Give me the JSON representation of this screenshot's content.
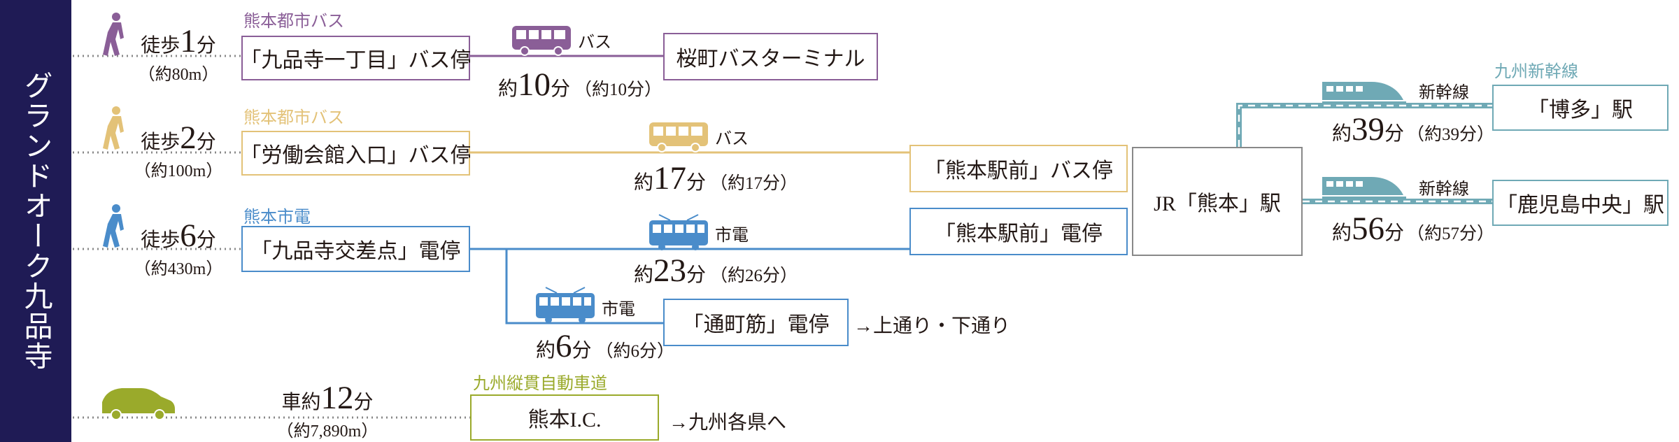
{
  "sidebar": {
    "title": "グランドオーク九品寺"
  },
  "colors": {
    "navy": "#1f1b55",
    "purple": "#8a5e97",
    "gold": "#e3c278",
    "blue": "#4a8cca",
    "teal": "#6fa9b5",
    "olive": "#9aaa2b",
    "gray": "#888888"
  },
  "icons": {
    "walker": "walking-person-icon",
    "bus": "bus-icon",
    "tram": "tram-icon",
    "train": "shinkansen-icon",
    "car": "car-icon"
  },
  "routes": {
    "r1": {
      "walk": {
        "prefix": "徒歩",
        "num": "1",
        "unit": "分",
        "dist": "（約80m）"
      },
      "line": "熊本都市バス",
      "stop": "「九品寺一丁目」バス停",
      "mode": "バス",
      "dur": {
        "prefix": "約",
        "num": "10",
        "unit": "分",
        "note": "（約10分）"
      },
      "dest": "桜町バスターミナル"
    },
    "r2": {
      "walk": {
        "prefix": "徒歩",
        "num": "2",
        "unit": "分",
        "dist": "（約100m）"
      },
      "line": "熊本都市バス",
      "stop": "「労働会館入口」バス停",
      "mode": "バス",
      "dur": {
        "prefix": "約",
        "num": "17",
        "unit": "分",
        "note": "（約17分）"
      },
      "dest": "「熊本駅前」バス停"
    },
    "r3": {
      "walk": {
        "prefix": "徒歩",
        "num": "6",
        "unit": "分",
        "dist": "（約430m）"
      },
      "line": "熊本市電",
      "stop": "「九品寺交差点」電停",
      "mode": "市電",
      "dur": {
        "prefix": "約",
        "num": "23",
        "unit": "分",
        "note": "（約26分）"
      },
      "dest": "「熊本駅前」電停",
      "branch": {
        "mode": "市電",
        "dur": {
          "prefix": "約",
          "num": "6",
          "unit": "分",
          "note": "（約6分）"
        },
        "dest": "「通町筋」電停",
        "onward": "→上通り・下通り"
      }
    },
    "r4": {
      "label": {
        "prefix": "車約",
        "num": "12",
        "unit": "分",
        "dist": "（約7,890m）"
      },
      "line": "九州縦貫自動車道",
      "dest": "熊本I.C.",
      "onward": "→九州各県へ"
    }
  },
  "station": "JR「熊本」駅",
  "shinkansen": {
    "line": "九州新幹線",
    "hakata": {
      "mode": "新幹線",
      "dur": {
        "prefix": "約",
        "num": "39",
        "unit": "分",
        "note": "（約39分）"
      },
      "dest": "「博多」駅"
    },
    "kagoshima": {
      "mode": "新幹線",
      "dur": {
        "prefix": "約",
        "num": "56",
        "unit": "分",
        "note": "（約57分）"
      },
      "dest": "「鹿児島中央」駅"
    }
  }
}
